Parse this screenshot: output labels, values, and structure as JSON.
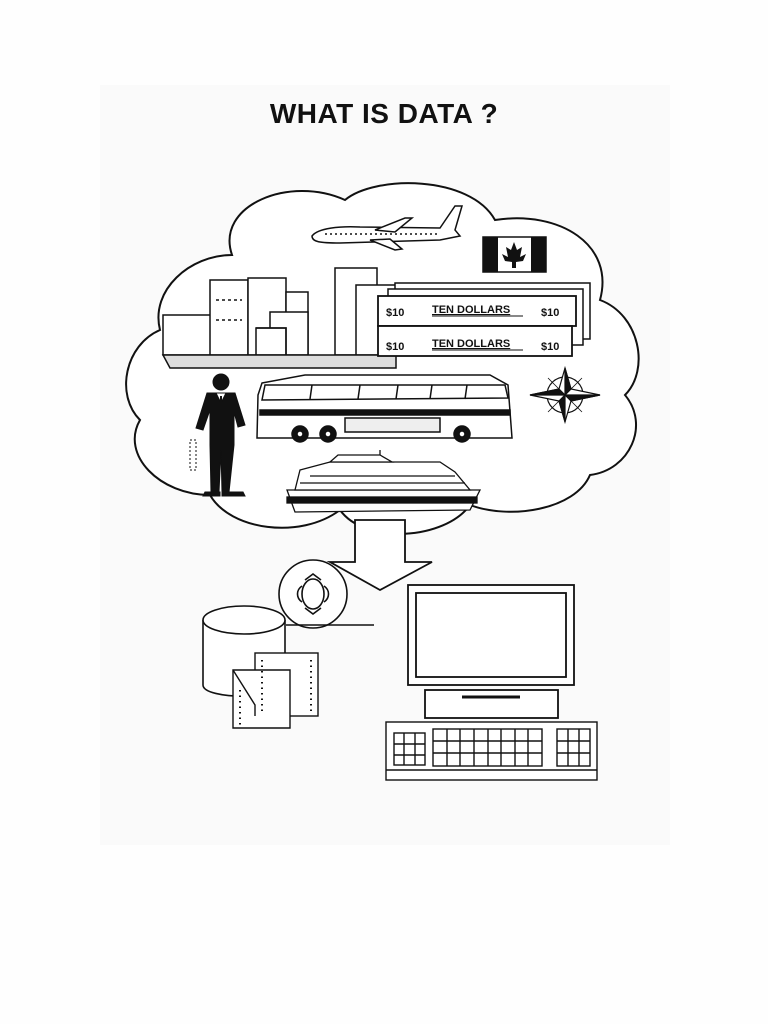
{
  "title": "WHAT IS DATA ?",
  "bills": [
    {
      "left": "$10",
      "center": "TEN DOLLARS",
      "right": "$10"
    },
    {
      "left": "$10",
      "center": "TEN DOLLARS",
      "right": "$10"
    }
  ],
  "colors": {
    "ink": "#111111",
    "paper": "#ffffff",
    "faint": "#f3f3f3"
  }
}
